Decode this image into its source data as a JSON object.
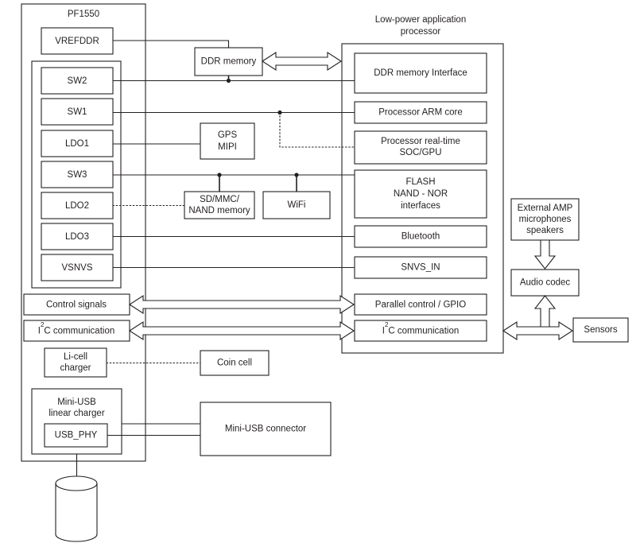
{
  "diagram": {
    "title_pmic": "PF1550",
    "title_processor_line1": "Low-power application",
    "title_processor_line2": "processor",
    "pmic_blocks": [
      {
        "id": "vrefddr",
        "label": "VREFDDR"
      },
      {
        "id": "sw2",
        "label": "SW2"
      },
      {
        "id": "sw1",
        "label": "SW1"
      },
      {
        "id": "ldo1",
        "label": "LDO1"
      },
      {
        "id": "sw3",
        "label": "SW3"
      },
      {
        "id": "ldo2",
        "label": "LDO2"
      },
      {
        "id": "ldo3",
        "label": "LDO3"
      },
      {
        "id": "vsnvs",
        "label": "VSNVS"
      },
      {
        "id": "control-signals",
        "label": "Control signals"
      },
      {
        "id": "i2c-communication-pmic",
        "label": "I2C communication",
        "label_pre": "I",
        "label_sup": "2",
        "label_post": "C communication"
      },
      {
        "id": "li-cell-charger",
        "label_line1": "Li-cell",
        "label_line2": "charger"
      },
      {
        "id": "mini-usb-linear-charger",
        "label_line1": "Mini-USB",
        "label_line2": "linear charger"
      },
      {
        "id": "usb-phy",
        "label": "USB_PHY"
      }
    ],
    "processor_blocks": [
      {
        "id": "ddr-memory-interface",
        "label": "DDR memory Interface"
      },
      {
        "id": "processor-arm-core",
        "label": "Processor ARM core"
      },
      {
        "id": "processor-realtime",
        "label_line1": "Processor real-time",
        "label_line2": "SOC/GPU"
      },
      {
        "id": "flash-nand-nor",
        "label_line1": "FLASH",
        "label_line2": "NAND - NOR",
        "label_line3": "interfaces"
      },
      {
        "id": "bluetooth",
        "label": "Bluetooth"
      },
      {
        "id": "snvs-in",
        "label": "SNVS_IN"
      },
      {
        "id": "parallel-control-gpio",
        "label": "Parallel control / GPIO"
      },
      {
        "id": "i2c-communication-proc",
        "label": "I2C communication",
        "label_pre": "I",
        "label_sup": "2",
        "label_post": "C communication"
      }
    ],
    "middle_blocks": [
      {
        "id": "ddr-memory",
        "label": "DDR memory"
      },
      {
        "id": "gps-mipi",
        "label_line1": "GPS",
        "label_line2": "MIPI"
      },
      {
        "id": "sd-mmc-nand-memory",
        "label_line1": "SD/MMC/",
        "label_line2": "NAND memory"
      },
      {
        "id": "wifi",
        "label": "WiFi"
      },
      {
        "id": "coin-cell",
        "label": "Coin cell"
      },
      {
        "id": "mini-usb-connector",
        "label": "Mini-USB connector"
      }
    ],
    "right_blocks": [
      {
        "id": "external-amp",
        "label_line1": "External AMP",
        "label_line2": "microphones",
        "label_line3": "speakers"
      },
      {
        "id": "audio-codec",
        "label": "Audio codec"
      },
      {
        "id": "sensors",
        "label": "Sensors"
      }
    ],
    "battery": {
      "id": "battery-cell",
      "label": ""
    },
    "colors": {
      "line": "#231f20",
      "fill": "#ffffff",
      "text": "#231f20"
    }
  }
}
